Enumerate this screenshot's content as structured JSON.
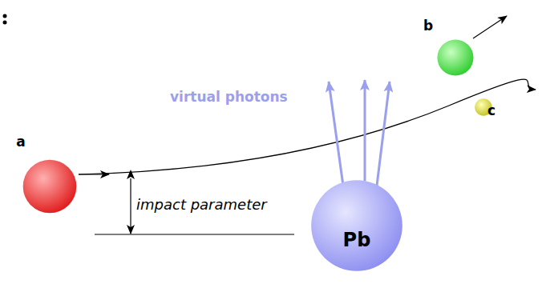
{
  "diagram": {
    "nodes": [
      {
        "text": [
          "a"
        ]
      },
      {
        "text": [
          "Pb"
        ]
      },
      {
        "text": [
          "b"
        ]
      },
      {
        "text": [
          "c"
        ]
      }
    ],
    "labels": [
      "virtual photons",
      "impact parameter"
    ]
  }
}
